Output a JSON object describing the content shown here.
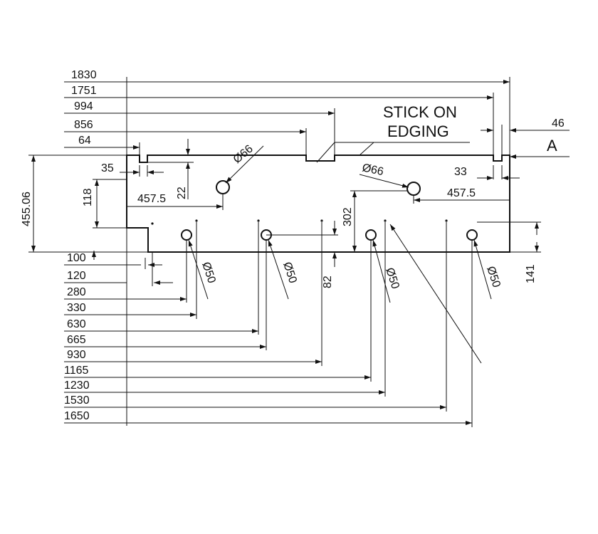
{
  "drawing": {
    "top_dims": [
      "1830",
      "1751",
      "994",
      "856",
      "64"
    ],
    "bottom_dims": [
      "100",
      "120",
      "280",
      "330",
      "630",
      "665",
      "930",
      "1165",
      "1230",
      "1530",
      "1650"
    ],
    "labels": {
      "dim_46": "46",
      "datum": "A",
      "stick_line1": "STICK ON",
      "stick_line2": "EDGING",
      "dim_35": "35",
      "dim_33": "33",
      "dim_118": "118",
      "dim_22": "22",
      "dim_457_left": "457.5",
      "dim_457_right": "457.5",
      "dia66_left": "Ø66",
      "dia66_right": "Ø66",
      "dim_455": "455.06",
      "dim_302": "302",
      "dim_141": "141",
      "dim_82": "82",
      "dia50_1": "Ø50",
      "dia50_2": "Ø50",
      "dia50_3": "Ø50",
      "dia50_4": "Ø50"
    }
  }
}
